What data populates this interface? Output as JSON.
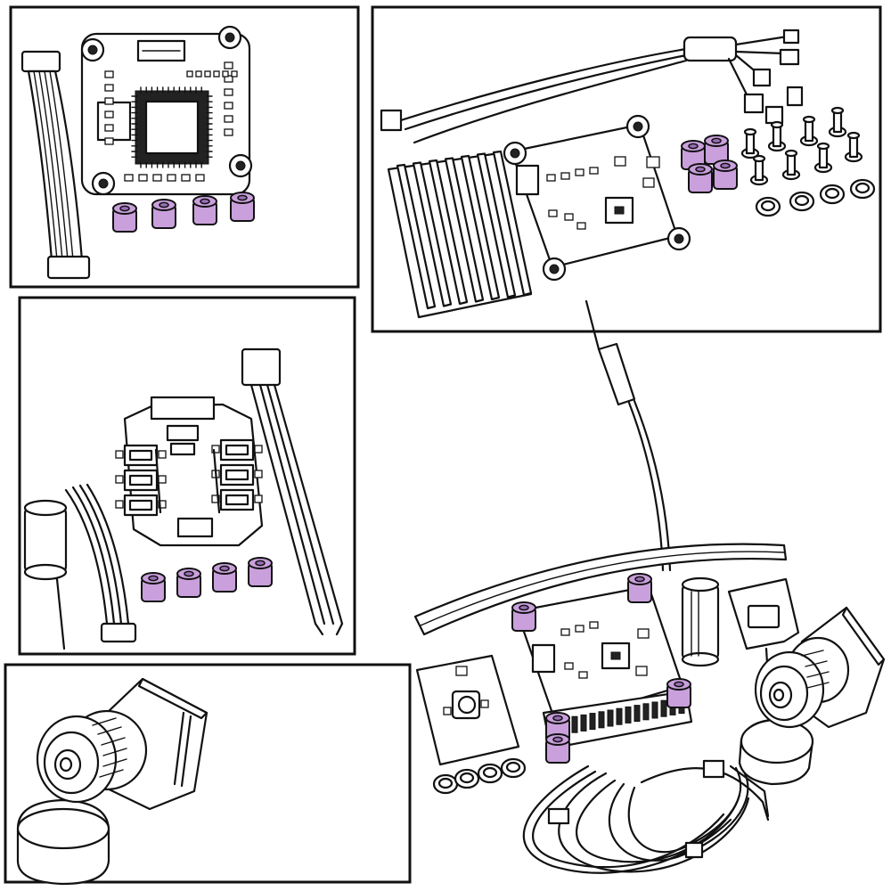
{
  "illustration": {
    "accent_purple": "#c9a0dc",
    "accent_purple_dark": "#9a6fb7",
    "line_color": "#111111",
    "background": "#ffffff",
    "panels": [
      {
        "id": "fc-board",
        "icon": "flight-controller-board-icon"
      },
      {
        "id": "vtx-kit",
        "icon": "video-transmitter-kit-icon"
      },
      {
        "id": "esc-board",
        "icon": "esc-board-icon"
      },
      {
        "id": "camera",
        "icon": "fpv-camera-icon"
      }
    ],
    "assembly": {
      "icon": "fpv-stack-assembly-icon"
    }
  }
}
